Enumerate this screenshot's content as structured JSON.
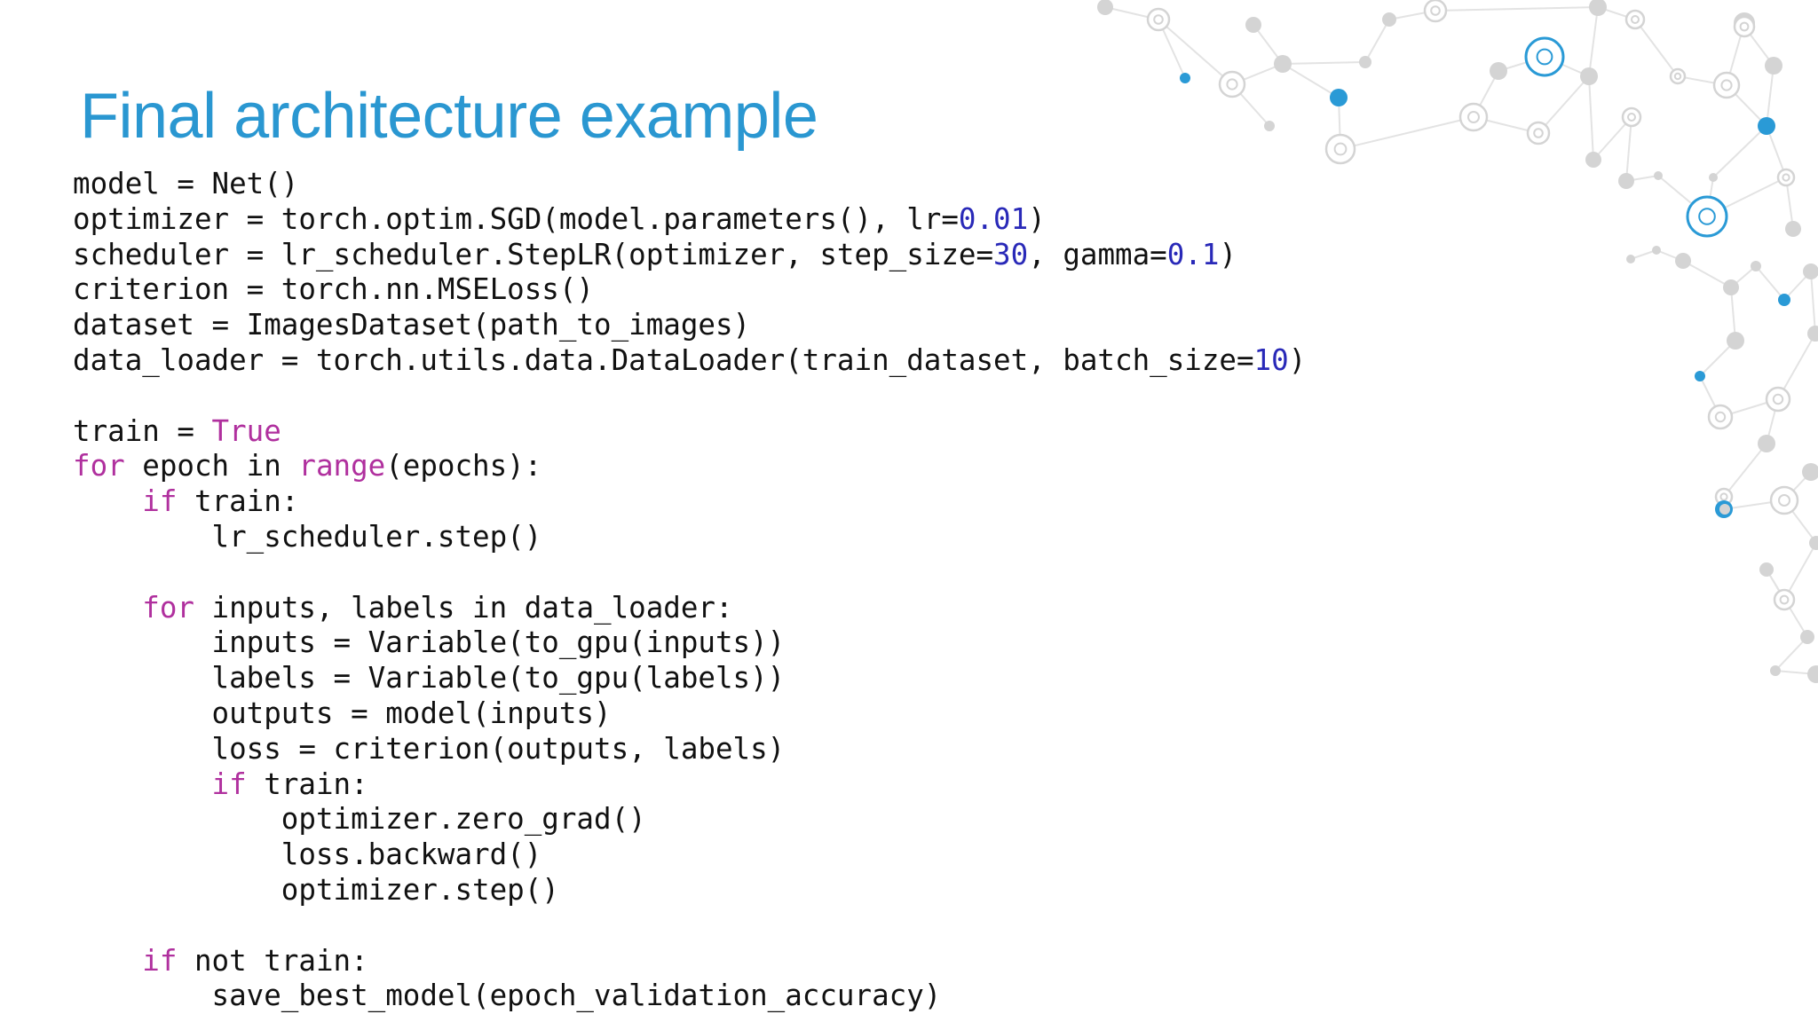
{
  "slide": {
    "title": "Final architecture example"
  },
  "colors": {
    "title": "#2a97d1",
    "code_text": "#111111",
    "keyword": "#b0309e",
    "number": "#2929b8",
    "network_accent": "#2a9ad6",
    "network_gray": "#d4d4d4"
  },
  "code_lines": [
    [
      {
        "t": "model = Net()",
        "k": "plain"
      }
    ],
    [
      {
        "t": "optimizer = torch.optim.SGD(model.parameters(), lr=",
        "k": "plain"
      },
      {
        "t": "0.01",
        "k": "num"
      },
      {
        "t": ")",
        "k": "plain"
      }
    ],
    [
      {
        "t": "scheduler = lr_scheduler.StepLR(optimizer, step_size=",
        "k": "plain"
      },
      {
        "t": "30",
        "k": "num"
      },
      {
        "t": ", gamma=",
        "k": "plain"
      },
      {
        "t": "0.1",
        "k": "num"
      },
      {
        "t": ")",
        "k": "plain"
      }
    ],
    [
      {
        "t": "criterion = torch.nn.MSELoss()",
        "k": "plain"
      }
    ],
    [
      {
        "t": "dataset = ImagesDataset(path_to_images)",
        "k": "plain"
      }
    ],
    [
      {
        "t": "data_loader = torch.utils.data.DataLoader(train_dataset, batch_size=",
        "k": "plain"
      },
      {
        "t": "10",
        "k": "num"
      },
      {
        "t": ")",
        "k": "plain"
      }
    ],
    [],
    [
      {
        "t": "train = ",
        "k": "plain"
      },
      {
        "t": "True",
        "k": "kw"
      }
    ],
    [
      {
        "t": "for",
        "k": "kw"
      },
      {
        "t": " epoch in ",
        "k": "plain"
      },
      {
        "t": "range",
        "k": "kw"
      },
      {
        "t": "(epochs):",
        "k": "plain"
      }
    ],
    [
      {
        "t": "    ",
        "k": "plain"
      },
      {
        "t": "if",
        "k": "kw"
      },
      {
        "t": " train:",
        "k": "plain"
      }
    ],
    [
      {
        "t": "        lr_scheduler.step()",
        "k": "plain"
      }
    ],
    [],
    [
      {
        "t": "    ",
        "k": "plain"
      },
      {
        "t": "for",
        "k": "kw"
      },
      {
        "t": " inputs, labels in data_loader:",
        "k": "plain"
      }
    ],
    [
      {
        "t": "        inputs = Variable(to_gpu(inputs))",
        "k": "plain"
      }
    ],
    [
      {
        "t": "        labels = Variable(to_gpu(labels))",
        "k": "plain"
      }
    ],
    [
      {
        "t": "        outputs = model(inputs)",
        "k": "plain"
      }
    ],
    [
      {
        "t": "        loss = criterion(outputs, labels)",
        "k": "plain"
      }
    ],
    [
      {
        "t": "        ",
        "k": "plain"
      },
      {
        "t": "if",
        "k": "kw"
      },
      {
        "t": " train:",
        "k": "plain"
      }
    ],
    [
      {
        "t": "            optimizer.zero_grad()",
        "k": "plain"
      }
    ],
    [
      {
        "t": "            loss.backward()",
        "k": "plain"
      }
    ],
    [
      {
        "t": "            optimizer.step()",
        "k": "plain"
      }
    ],
    [],
    [
      {
        "t": "    ",
        "k": "plain"
      },
      {
        "t": "if",
        "k": "kw"
      },
      {
        "t": " not train:",
        "k": "plain"
      }
    ],
    [
      {
        "t": "        save_best_model(epoch_validation_accuracy)",
        "k": "plain"
      }
    ]
  ]
}
